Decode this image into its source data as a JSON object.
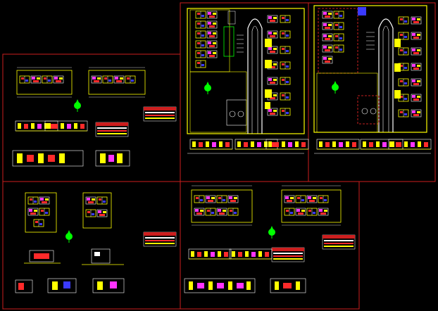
{
  "app": {
    "view": "CAD model space",
    "background": "#000000"
  },
  "colors": {
    "frame": "#cc1e1e",
    "yellow": "#ffff00",
    "white": "#ffffff",
    "red": "#ff2a2a",
    "green": "#00ff00",
    "blue": "#3a3aff",
    "cyan": "#00e5ff",
    "magenta": "#ff33ff"
  },
  "sheets": [
    {
      "id": "sheet-site-plan-a"
    },
    {
      "id": "sheet-site-plan-b"
    },
    {
      "id": "sheet-unit-plans"
    },
    {
      "id": "sheet-house-type-details"
    },
    {
      "id": "sheet-block-plans"
    }
  ]
}
